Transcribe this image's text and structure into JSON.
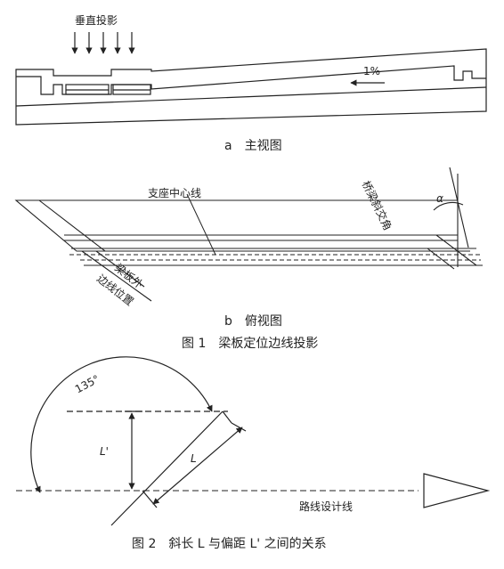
{
  "fig1": {
    "a": {
      "projection_label": "垂直投影",
      "slope_label": "1%",
      "subcaption": "a　主视图"
    },
    "b": {
      "center_line_label": "支座中心线",
      "skew_label": "桥梁斜交角",
      "alpha_label": "α",
      "edge_label_1": "梁板外",
      "edge_label_2": "边线位置",
      "subcaption": "b　俯视图"
    },
    "caption": "图 1　梁板定位边线投影"
  },
  "fig2": {
    "angle_label": "135°",
    "offset_label": "L'",
    "length_label": "L",
    "route_label": "路线设计线",
    "caption": "图 2　斜长 L 与偏距 L' 之间的关系"
  }
}
